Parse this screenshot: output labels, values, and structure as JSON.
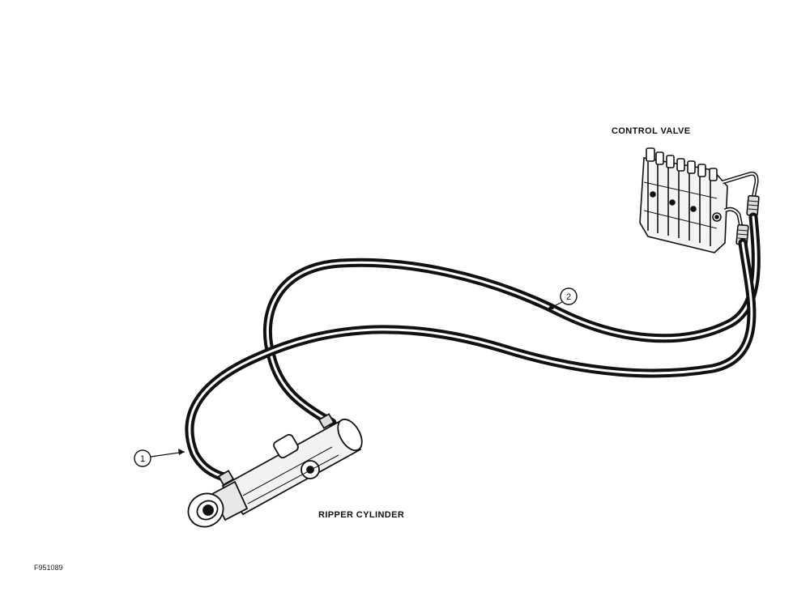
{
  "labels": {
    "control_valve": "CONTROL VALVE",
    "ripper_cylinder": "RIPPER CYLINDER",
    "figure_id": "F951089"
  },
  "callouts": [
    {
      "number": "1"
    },
    {
      "number": "2"
    }
  ]
}
